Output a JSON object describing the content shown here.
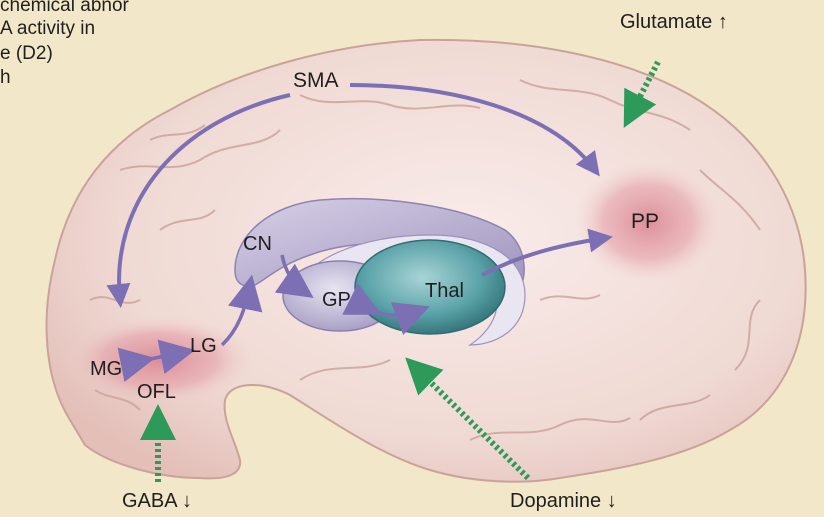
{
  "top_left_text": [
    "chemical abnor",
    "A activity in",
    "e (D2)",
    "h"
  ],
  "labels": {
    "sma": "SMA",
    "pp": "PP",
    "cn": "CN",
    "gp": "GP",
    "thal": "Thal",
    "mg": "MG",
    "lg": "LG",
    "ofl": "OFL"
  },
  "neurotransmitters": {
    "glutamate": "Glutamate ↑",
    "gaba": "GABA ↓",
    "dopamine": "Dopamine ↓"
  },
  "colors": {
    "pathway_arrow": "#7c6fb3",
    "neurotransmitter_arrow": "#2e9a5a",
    "brain_fill": "#f1dcd6",
    "highlight_region": "#dc8f99",
    "basal_ganglia": "#b0a6c9",
    "thalamus": "#4f9aa0"
  }
}
